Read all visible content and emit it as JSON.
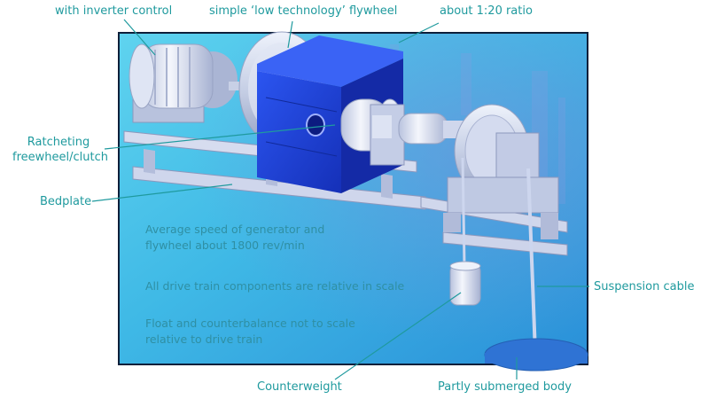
{
  "labels": {
    "generator": "with inverter control",
    "flywheel": "simple ‘low technology’ flywheel",
    "gearbox": "about 1:20 ratio",
    "clutch_line1": "Ratcheting",
    "clutch_line2": "freewheel/clutch",
    "bedplate": "Bedplate",
    "suspension_cable": "Suspension cable",
    "counterweight": "Counterweight",
    "partly_submerged_body": "Partly submerged body"
  },
  "notes": {
    "speed_line1": "Average speed of generator and",
    "speed_line2": "flywheel about 1800 rev/min",
    "scale": "All drive train components are relative in scale",
    "float_line1": "Float and counterbalance not to scale",
    "float_line2": "relative to drive train"
  },
  "colors": {
    "label_teal": "#1f9a9e",
    "panel_frame": "#0d1f3a",
    "flywheel_blue": "#1f3fd6",
    "machinery_grey": "#c9d2e6"
  }
}
